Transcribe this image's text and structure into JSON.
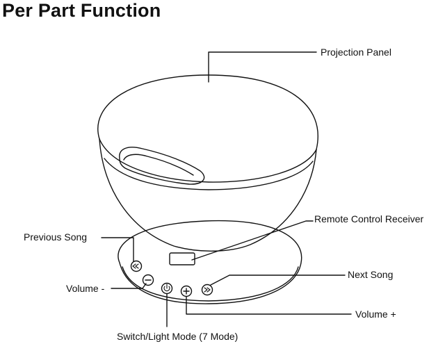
{
  "title": "Per Part Function",
  "labels": {
    "projection_panel": "Projection Panel",
    "remote_receiver": "Remote Control Receiver",
    "previous_song": "Previous Song",
    "next_song": "Next Song",
    "volume_minus": "Volume -",
    "volume_plus": "Volume +",
    "switch_light_mode": "Switch/Light Mode (7 Mode)"
  },
  "colors": {
    "line": "#111111",
    "background": "#ffffff"
  },
  "icons": [
    "previous-song-icon",
    "volume-minus-icon",
    "power-icon",
    "volume-plus-icon",
    "next-song-icon"
  ]
}
